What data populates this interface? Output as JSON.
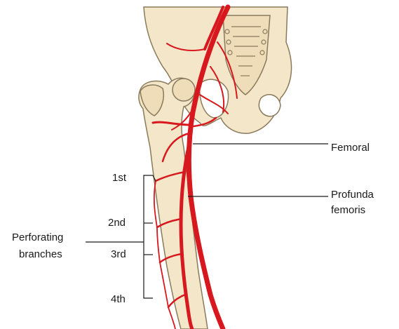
{
  "labels": {
    "femoral": "Femoral",
    "profunda_line1": "Profunda",
    "profunda_line2": "femoris",
    "perforating_line1": "Perforating",
    "perforating_line2": "branches",
    "first": "1st",
    "second": "2nd",
    "third": "3rd",
    "fourth": "4th"
  },
  "colors": {
    "bone": "#f4e6c8",
    "bone_outline": "#8a7a5c",
    "artery": "#d8181f",
    "leader": "#1a1a1a"
  }
}
